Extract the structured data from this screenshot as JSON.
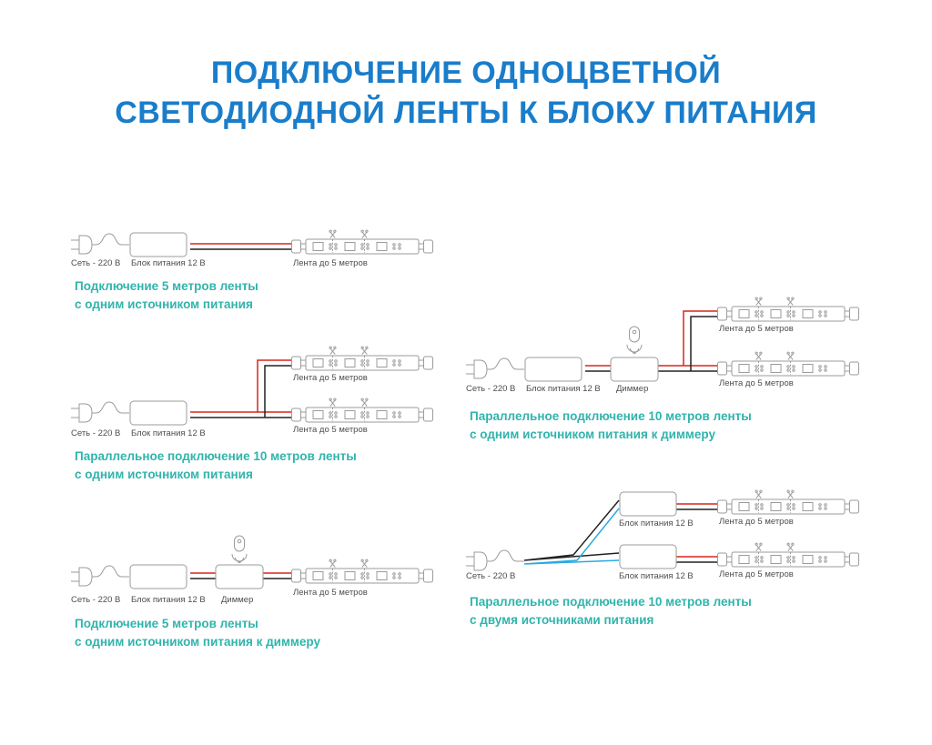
{
  "title": {
    "line1": "ПОДКЛЮЧЕНИЕ ОДНОЦВЕТНОЙ",
    "line2": "СВЕТОДИОДНОЙ ЛЕНТЫ К БЛОКУ ПИТАНИЯ"
  },
  "labels": {
    "mains": "Сеть - 220 В",
    "psu": "Блок питания 12 В",
    "dimmer": "Диммер",
    "strip": "Лента до 5 метров"
  },
  "diagrams": [
    {
      "caption1": "Подключение 5 метров ленты",
      "caption2": "с одним источником питания"
    },
    {
      "caption1": "Параллельное подключение 10 метров ленты",
      "caption2": "с одним источником питания"
    },
    {
      "caption1": "Подключение 5 метров ленты",
      "caption2": "с одним источником питания к диммеру"
    },
    {
      "caption1": "Параллельное подключение 10 метров ленты",
      "caption2": "с одним источником питания к диммеру"
    },
    {
      "caption1": "Параллельное подключение 10 метров ленты",
      "caption2": "с двумя источниками питания"
    }
  ],
  "colors": {
    "title_blue": "#1a7dca",
    "caption_teal": "#30b4ac",
    "label_gray": "#4d4d4d",
    "outline_gray": "#9b9b9b",
    "wire_red": "#d9251c",
    "wire_black": "#222222",
    "wire_blue": "#29abe2"
  }
}
